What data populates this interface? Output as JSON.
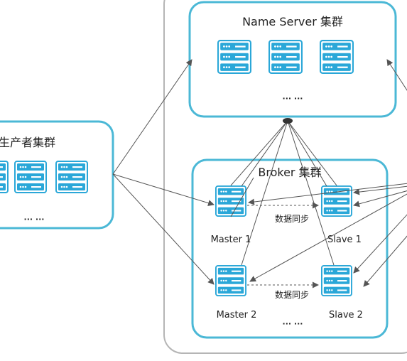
{
  "name_server": {
    "title": "Name Server 集群",
    "ellipsis": "··· ···"
  },
  "producer": {
    "title": "生产者集群",
    "ellipsis": "··· ···"
  },
  "broker": {
    "title": "Broker 集群",
    "ellipsis": "··· ···",
    "nodes": {
      "master1": "Master 1",
      "slave1": "Slave 1",
      "master2": "Master 2",
      "slave2": "Slave 2"
    },
    "sync_label_1": "数据同步",
    "sync_label_2": "数据同步"
  },
  "colors": {
    "accent": "#4bb8d6",
    "server_blue": "#2aa7d8",
    "outer_border": "#b5b5b5",
    "arrow": "#555555"
  },
  "icons": {
    "server": "server-rack-icon"
  }
}
